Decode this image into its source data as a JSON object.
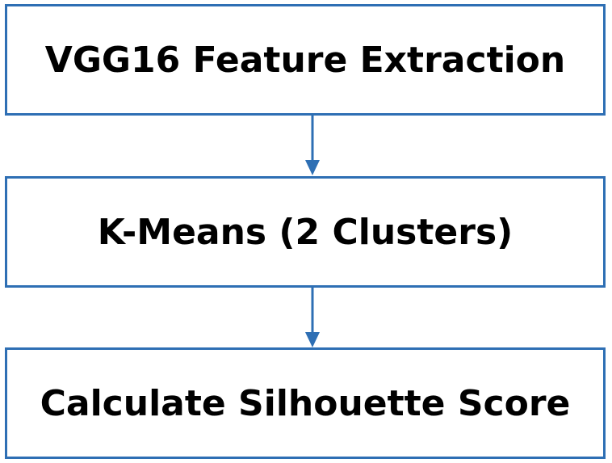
{
  "diagram": {
    "steps": [
      {
        "label": "VGG16 Feature Extraction"
      },
      {
        "label": "K-Means (2 Clusters)"
      },
      {
        "label": "Calculate Silhouette Score"
      }
    ],
    "colors": {
      "box_border": "#2e6fb4",
      "arrow": "#2e6fb4",
      "text": "#000000",
      "background": "#ffffff"
    }
  }
}
